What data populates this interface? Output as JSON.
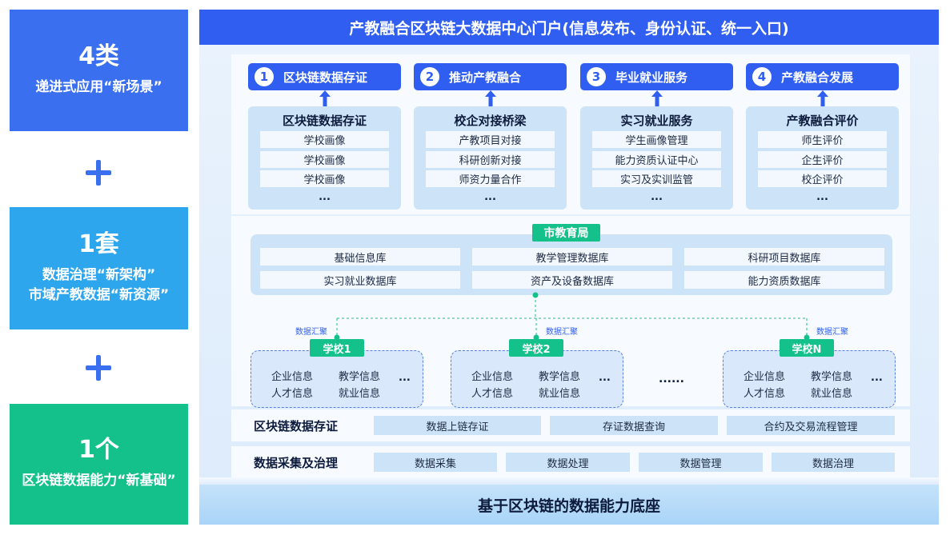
{
  "left_panels": [
    {
      "big": "4类",
      "lines": [
        "递进式应用“新场景”"
      ],
      "color": "#3a6ff0"
    },
    {
      "big": "1套",
      "lines": [
        "数据治理“新架构”",
        "市域产教数据“新资源”"
      ],
      "color": "#2ea6ee"
    },
    {
      "big": "1个",
      "lines": [
        "区块链数据能力“新基础”"
      ],
      "color": "#15c18a"
    }
  ],
  "plus_icon": "plus-icon",
  "header": {
    "title": "产教融合区块链大数据中心门户(信息发布、身份认证、统一入口)"
  },
  "apps": [
    {
      "num": "1",
      "label": "区块链数据存证",
      "card_title": "区块链数据存证",
      "items": [
        "学校画像",
        "学校画像",
        "学校画像"
      ],
      "more": "..."
    },
    {
      "num": "2",
      "label": "推动产教融合",
      "card_title": "校企对接桥梁",
      "items": [
        "产教项目对接",
        "科研创新对接",
        "师资力量合作"
      ],
      "more": "..."
    },
    {
      "num": "3",
      "label": "毕业就业服务",
      "card_title": "实习就业服务",
      "items": [
        "学生画像管理",
        "能力资质认证中心",
        "实习及实训监管"
      ],
      "more": "..."
    },
    {
      "num": "4",
      "label": "产教融合发展",
      "card_title": "产教融合评价",
      "items": [
        "师生评价",
        "企生评价",
        "校企评价"
      ],
      "more": "..."
    }
  ],
  "bureau": {
    "title": "市教育局",
    "databases": [
      "基础信息库",
      "教学管理数据库",
      "科研项目数据库",
      "实习就业数据库",
      "资产及设备数据库",
      "能力资质数据库"
    ]
  },
  "aggregation_label": "数据汇聚",
  "schools": [
    {
      "name": "学校1",
      "items": [
        "企业信息",
        "教学信息",
        "人才信息",
        "就业信息"
      ],
      "more": "..."
    },
    {
      "name": "学校2",
      "items": [
        "企业信息",
        "教学信息",
        "人才信息",
        "就业信息"
      ],
      "more": "..."
    },
    {
      "name": "学校N",
      "items": [
        "企业信息",
        "教学信息",
        "人才信息",
        "就业信息"
      ],
      "more": "..."
    }
  ],
  "schools_ellipsis": "......",
  "blockchain_row": {
    "label": "区块链数据存证",
    "cells": [
      "数据上链存证",
      "存证数据查询",
      "合约及交易流程管理"
    ]
  },
  "collection_row": {
    "label": "数据采集及治理",
    "cells": [
      "数据采集",
      "数据处理",
      "数据管理",
      "数据治理"
    ]
  },
  "footer": {
    "title": "基于区块链的数据能力底座"
  },
  "colors": {
    "blue": "#2f5ef0",
    "sky": "#2ea6ee",
    "green": "#15c18a",
    "panel": "#cde4f8"
  }
}
